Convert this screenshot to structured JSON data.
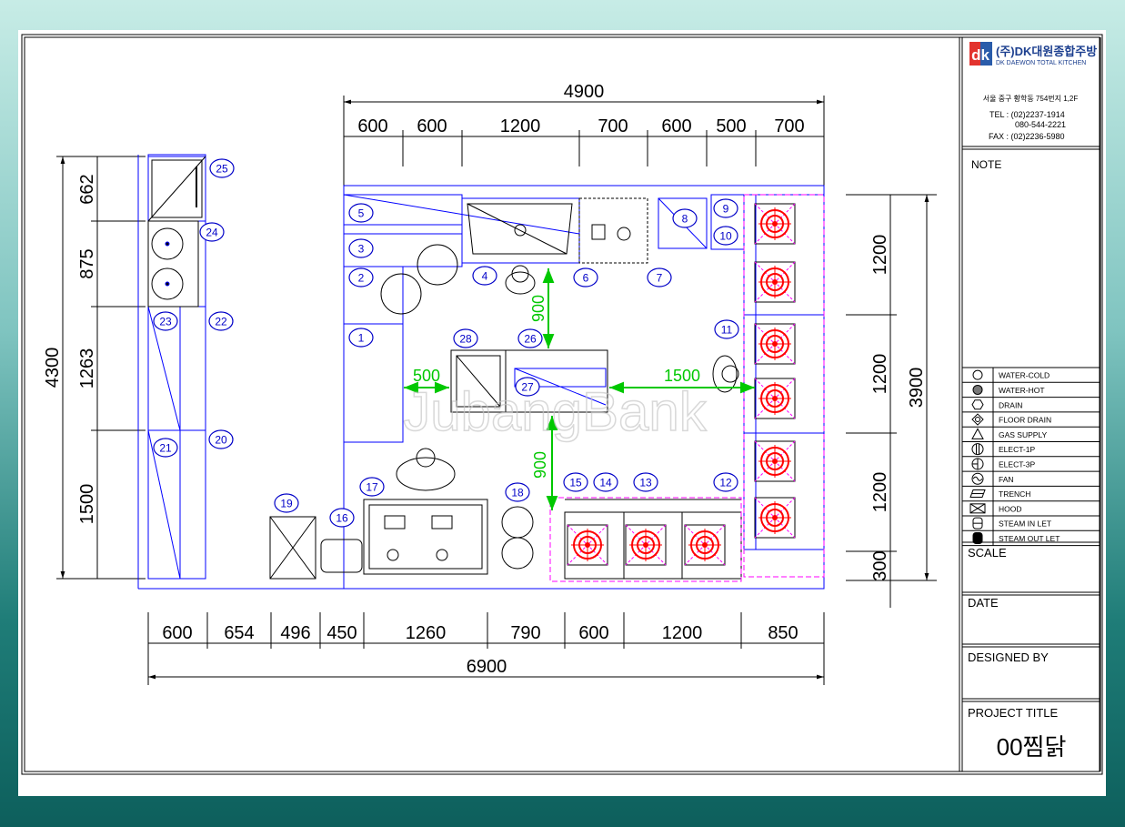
{
  "company": {
    "logo_mark": "dk",
    "name_ko": "(주)DK대원종합주방",
    "name_en": "DK DAEWON TOTAL KITCHEN",
    "address": "서울 중구 황학동 754번지 1,2F",
    "tel": "TEL : (02)2237-1914",
    "tel2": "080-544-2221",
    "fax": "FAX : (02)2236-5980"
  },
  "title_block": {
    "note_label": "NOTE",
    "scale_label": "SCALE",
    "date_label": "DATE",
    "designed_label": "DESIGNED BY",
    "project_label": "PROJECT TITLE",
    "project_title": "00찜닭"
  },
  "legend": [
    {
      "icon": "water-cold-icon",
      "label": "WATER-COLD"
    },
    {
      "icon": "water-hot-icon",
      "label": "WATER-HOT"
    },
    {
      "icon": "drain-icon",
      "label": "DRAIN"
    },
    {
      "icon": "floor-drain-icon",
      "label": "FLOOR DRAIN"
    },
    {
      "icon": "gas-supply-icon",
      "label": "GAS SUPPLY"
    },
    {
      "icon": "elect-1p-icon",
      "label": "ELECT-1P"
    },
    {
      "icon": "elect-3p-icon",
      "label": "ELECT-3P"
    },
    {
      "icon": "fan-icon",
      "label": "FAN"
    },
    {
      "icon": "trench-icon",
      "label": "TRENCH"
    },
    {
      "icon": "hood-icon",
      "label": "HOOD"
    },
    {
      "icon": "steam-in-let-icon",
      "label": "STEAM IN LET"
    },
    {
      "icon": "steam-out-let-icon",
      "label": "STEAM OUT LET"
    }
  ],
  "dimensions": {
    "top_total": "4900",
    "top": [
      "600",
      "600",
      "1200",
      "700",
      "600",
      "500",
      "700"
    ],
    "bottom": [
      "600",
      "654",
      "496",
      "450",
      "1260",
      "790",
      "600",
      "1200",
      "850"
    ],
    "bottom_total": "6900",
    "left_total": "4300",
    "left": [
      "662",
      "875",
      "1263",
      "1500"
    ],
    "right": [
      "1200",
      "1200",
      "1200",
      "300"
    ],
    "right_total": "3900",
    "clearances": [
      "900",
      "500",
      "1500",
      "900"
    ]
  },
  "item_numbers": [
    "1",
    "2",
    "3",
    "4",
    "5",
    "6",
    "7",
    "8",
    "9",
    "10",
    "11",
    "12",
    "13",
    "14",
    "15",
    "16",
    "17",
    "18",
    "19",
    "20",
    "21",
    "22",
    "23",
    "24",
    "25",
    "26",
    "27",
    "28"
  ],
  "watermark": "JubangBank",
  "colors": {
    "line": "#0000ff",
    "label": "#0000c8",
    "clearance": "#00c800",
    "burner": "#ff0000",
    "hood": "#ff00ff",
    "logo": "#2a5caa"
  }
}
